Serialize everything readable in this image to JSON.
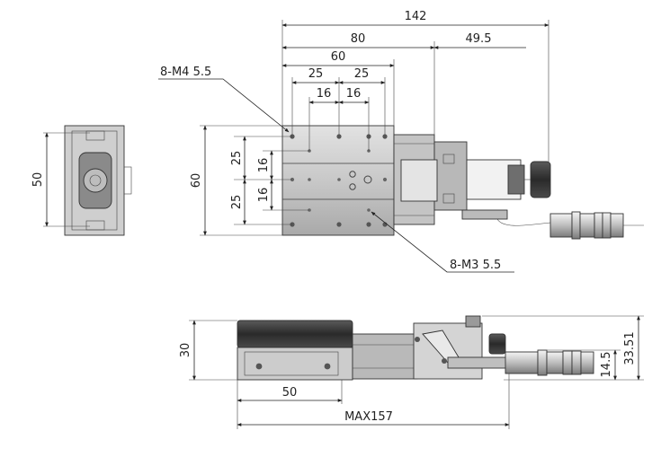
{
  "dimensions": {
    "top_total": "142",
    "top_80": "80",
    "top_49_5": "49.5",
    "top_60": "60",
    "top_25_a": "25",
    "top_25_b": "25",
    "top_16_a": "16",
    "top_16_b": "16",
    "left_60": "60",
    "left_25_a": "25",
    "left_25_b": "25",
    "left_16_a": "16",
    "left_16_b": "16",
    "end_view_50": "50",
    "side_30": "30",
    "side_50": "50",
    "side_max157": "MAX157",
    "side_14_5": "14.5",
    "side_33_51": "33.51"
  },
  "callouts": {
    "m4": "8-M4 5.5",
    "m3": "8-M3 5.5"
  },
  "colors": {
    "line": "#222222",
    "body_dark": "#3a3a3a",
    "body_light": "#cfcfcf",
    "body_mid": "#9a9a9a"
  }
}
